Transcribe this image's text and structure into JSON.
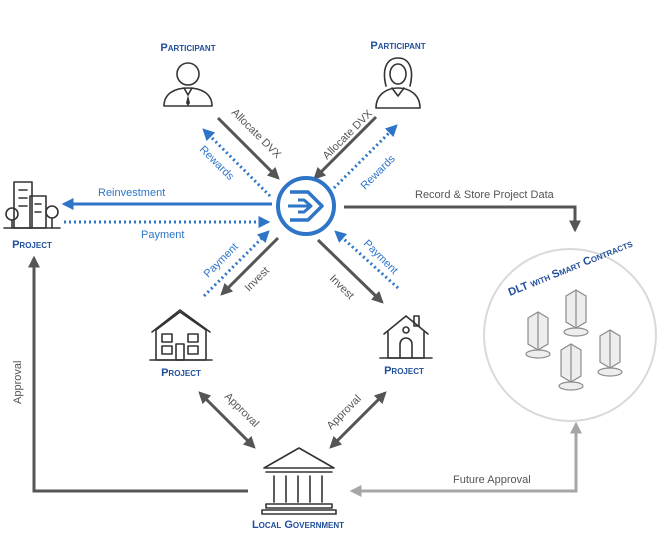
{
  "nodes": {
    "participant_left": "Participant",
    "participant_right": "Participant",
    "project_left": "Project",
    "project_house_left": "Project",
    "project_house_right": "Project",
    "local_government": "Local Government",
    "dlt": "DLT with Smart Contracts"
  },
  "edges": {
    "allocate_left": "Allocate DVX",
    "rewards_left": "Rewards",
    "allocate_right": "Allocate DVX",
    "rewards_right": "Rewards",
    "reinvestment": "Reinvestment",
    "payment_left": "Payment",
    "record_store": "Record & Store Project Data",
    "payment_house_left": "Payment",
    "invest_left": "Invest",
    "invest_right": "Invest",
    "payment_house_right": "Payment",
    "approval_left_side": "Approval",
    "approval_house_left": "Approval",
    "approval_house_right": "Approval",
    "future_approval": "Future Approval"
  },
  "colors": {
    "dark_arrow": "#555555",
    "blue_arrow": "#2e75c8",
    "light_arrow": "#a6a6a6",
    "title": "#1f4e9a"
  }
}
